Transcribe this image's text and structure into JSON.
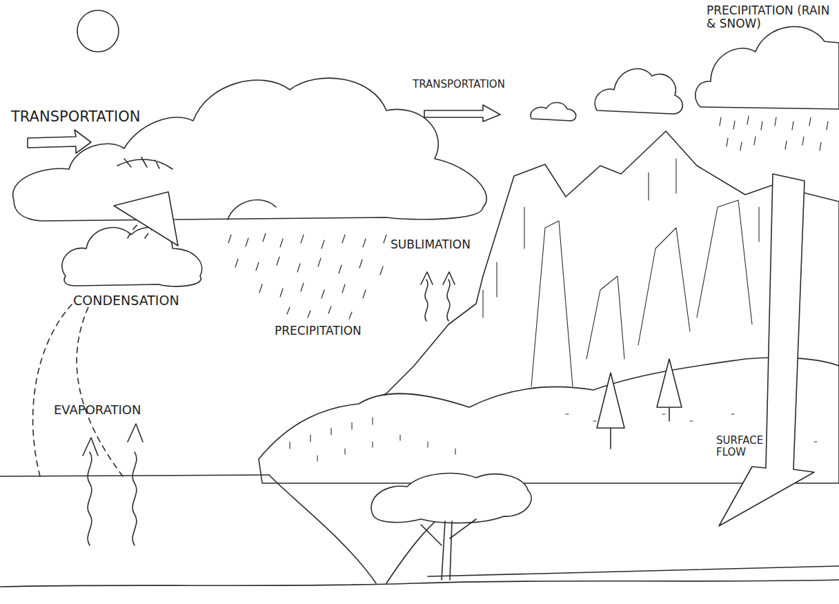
{
  "diagram": {
    "labels": [
      "TRANSPORTATION",
      "TRANSPORTATION",
      "PRECIPITATION (RAIN & SNOW)",
      "SUBLIMATION",
      "CONDENSATION",
      "PRECIPITATION",
      "EVAPORATION",
      "SURFACE FLOW"
    ]
  }
}
